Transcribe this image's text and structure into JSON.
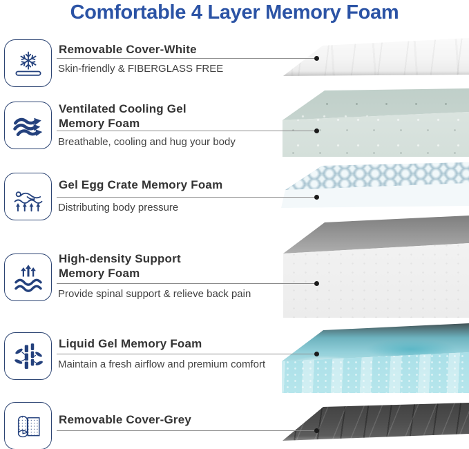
{
  "title": "Comfortable 4 Layer Memory Foam",
  "colors": {
    "heading_blue": "#2b53a5",
    "icon_blue": "#24417d",
    "row_title_text": "#343434",
    "row_subtitle_text": "#414141",
    "callout_line": "#8a8a8a",
    "callout_dot": "#1b1b1b"
  },
  "layers": [
    {
      "icon": "snowflake-cover-icon",
      "title_lines": [
        "Removable Cover-White"
      ],
      "subtitle": "Skin-friendly & FIBERGLASS FREE",
      "art": "white-fabric-cover-layer"
    },
    {
      "icon": "cooling-airflow-icon",
      "title_lines": [
        "Ventilated Cooling Gel",
        "Memory Foam"
      ],
      "subtitle": "Breathable, cooling and hug your body",
      "art": "green-cooling-gel-foam-layer"
    },
    {
      "icon": "body-pressure-icon",
      "title_lines": [
        "Gel Egg Crate Memory Foam"
      ],
      "subtitle": "Distributing body pressure",
      "art": "blue-egg-crate-foam-layer"
    },
    {
      "icon": "high-density-support-icon",
      "title_lines": [
        "High-density Support",
        "Memory Foam"
      ],
      "subtitle": "Provide spinal support & relieve back pain",
      "art": "white-high-density-foam-layer"
    },
    {
      "icon": "bamboo-icon",
      "title_lines": [
        "Liquid Gel Memory Foam"
      ],
      "subtitle": "Maintain a fresh airflow and premium comfort",
      "art": "blue-liquid-gel-foam-layer"
    },
    {
      "icon": "fabric-roll-icon",
      "title_lines": [
        "Removable Cover-Grey"
      ],
      "art": "grey-fabric-cover-layer"
    }
  ]
}
